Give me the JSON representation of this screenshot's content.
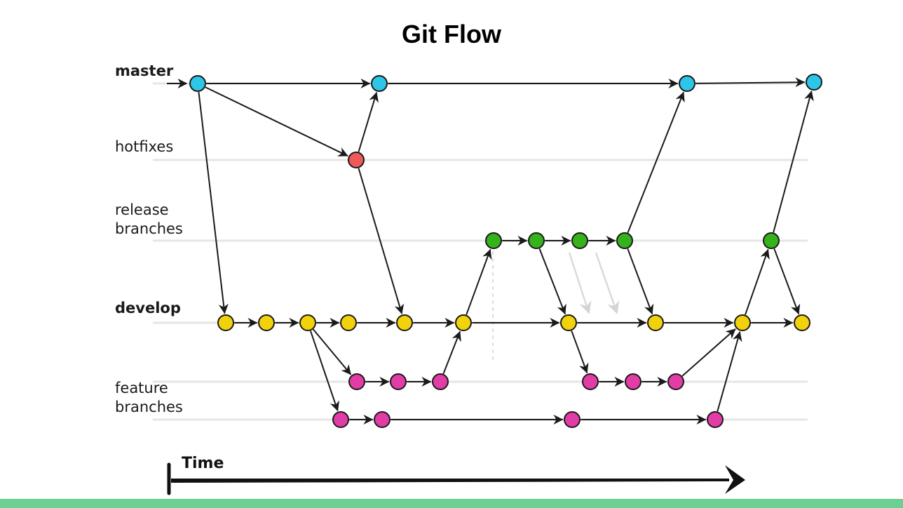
{
  "title": "Git Flow",
  "lanes": {
    "master": "master",
    "hotfixes": "hotfixes",
    "release": [
      "release",
      "branches"
    ],
    "develop": "develop",
    "feature": [
      "feature",
      "branches"
    ]
  },
  "time_label": "Time",
  "colors": {
    "master": "#2ec6e8",
    "hotfix": "#ee5a5a",
    "release": "#36b21d",
    "develop": "#f2d20a",
    "feature": "#e23ca6",
    "footer": "#6dcf91"
  }
}
